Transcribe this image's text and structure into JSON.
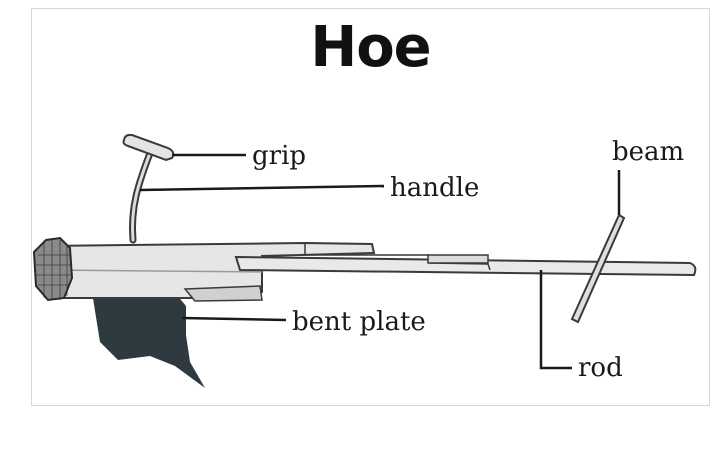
{
  "title": "Hoe",
  "labels": {
    "grip": "grip",
    "handle": "handle",
    "beam": "beam",
    "bent_plate": "bent plate",
    "rod": "rod"
  },
  "colors": {
    "outline": "#3a3a3a",
    "beam_fill": "#e6e6e6",
    "plate_fill": "#2f3a40",
    "leader": "#1a1a1a"
  }
}
